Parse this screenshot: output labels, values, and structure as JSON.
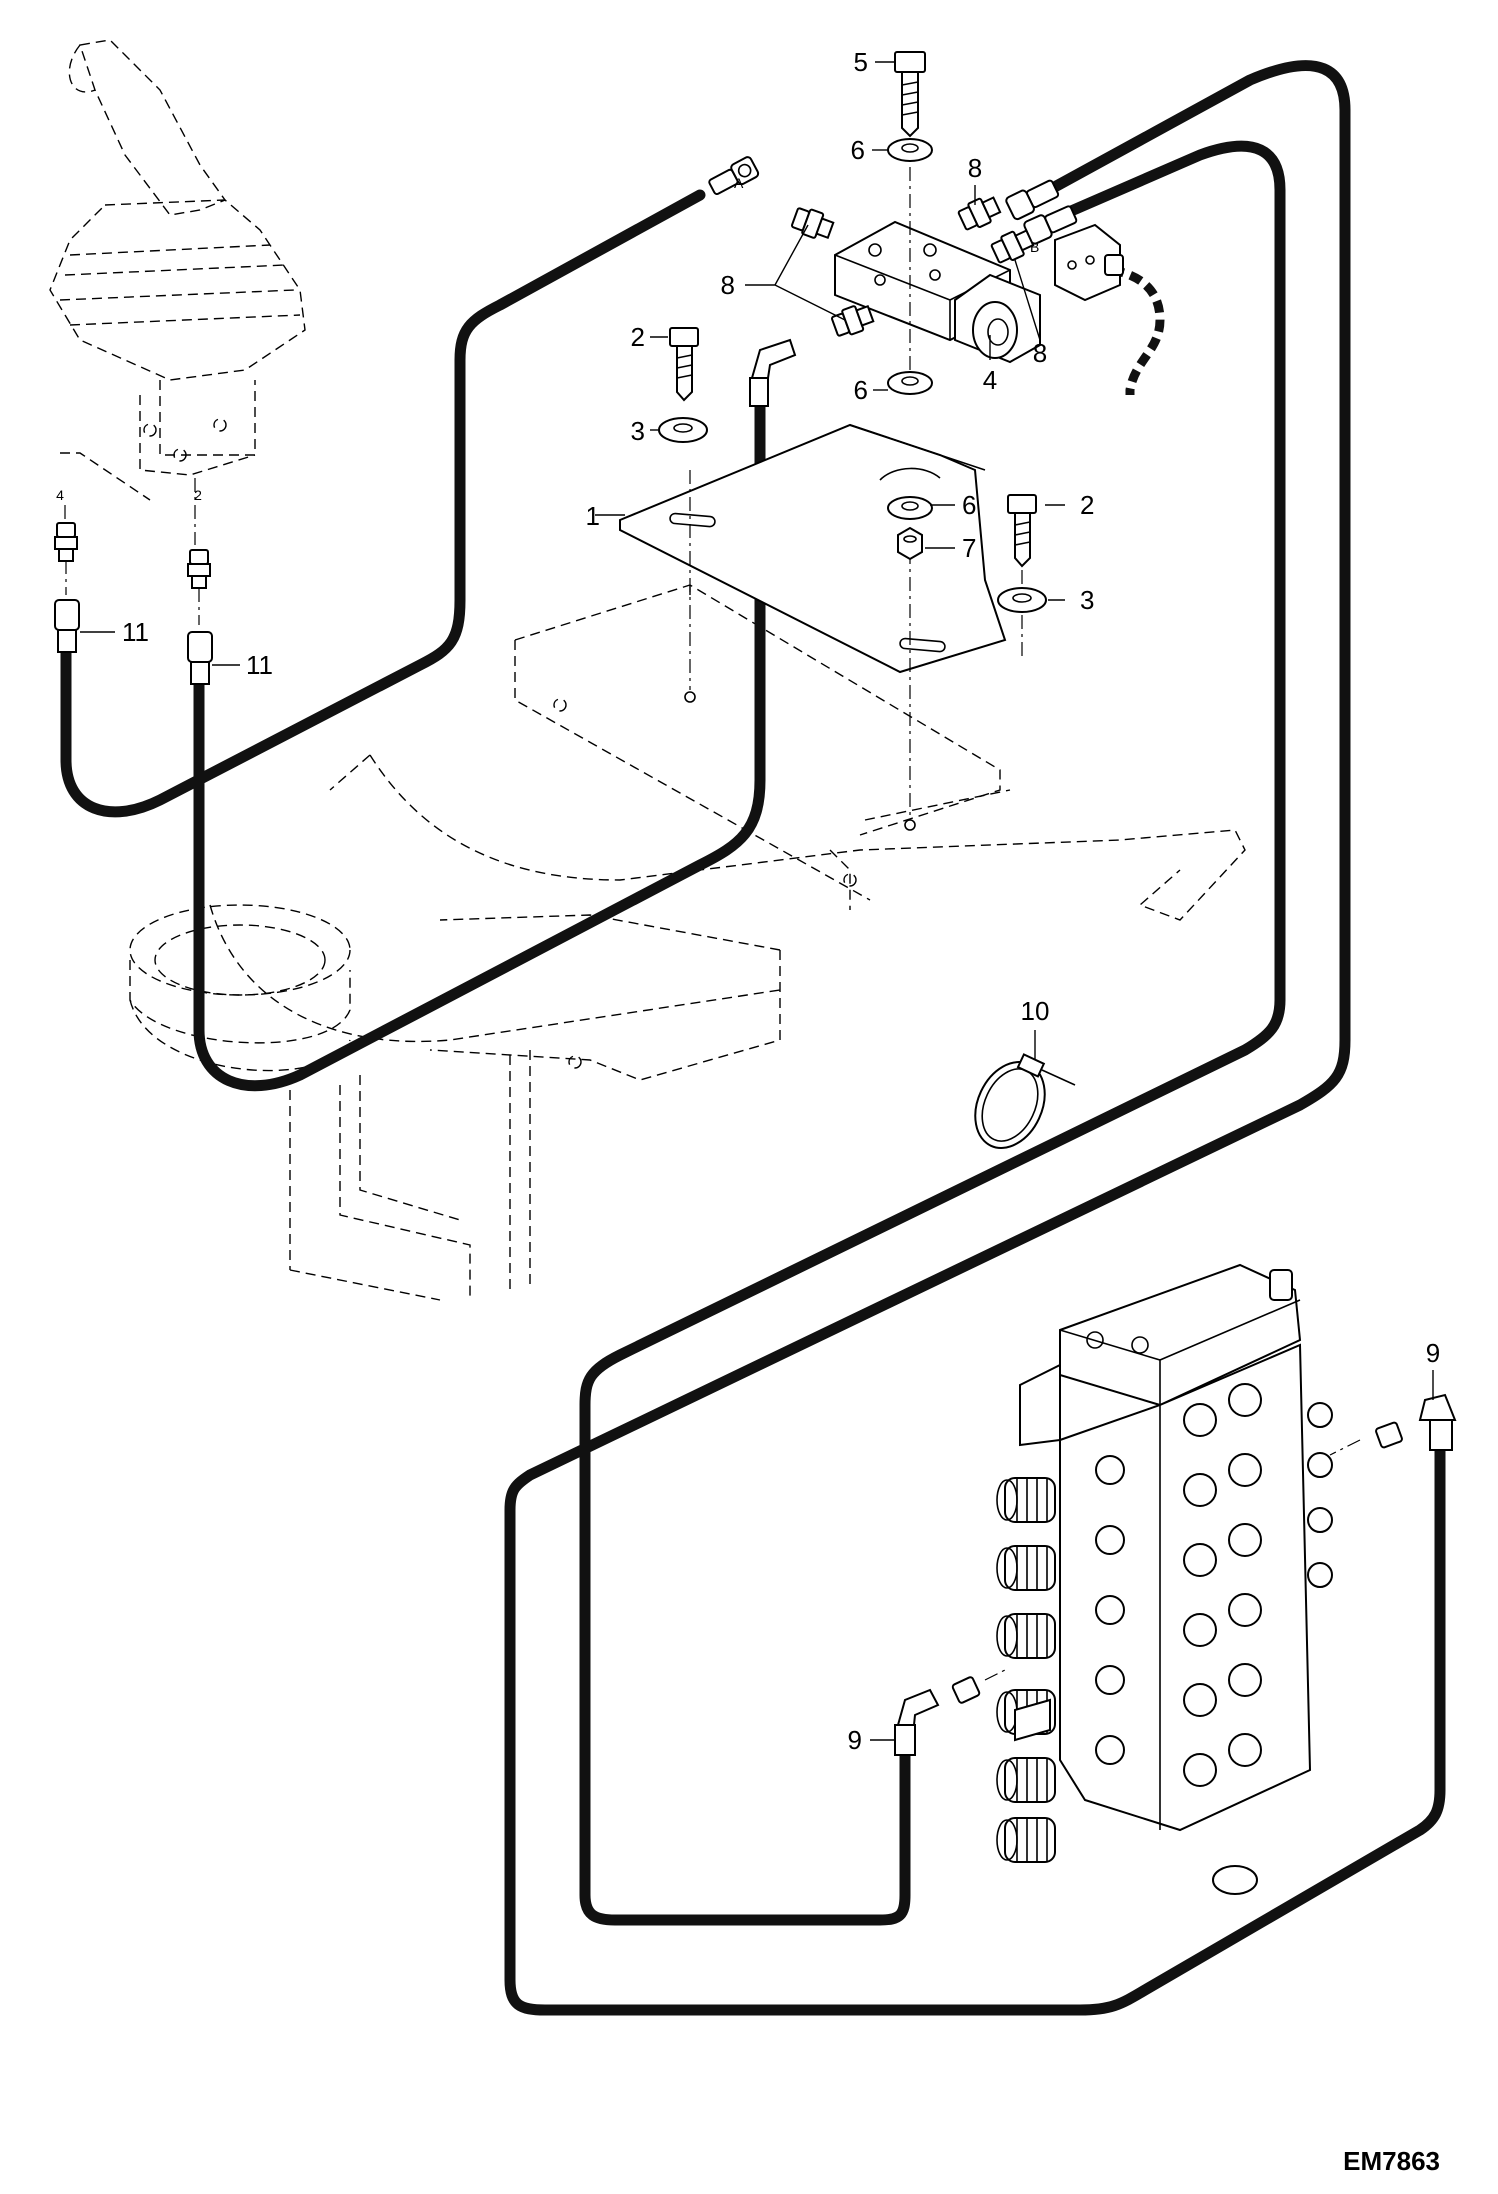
{
  "figure_code": "EM7863",
  "callouts": [
    {
      "id": "c1",
      "label": "1"
    },
    {
      "id": "c2a",
      "label": "2"
    },
    {
      "id": "c2b",
      "label": "2"
    },
    {
      "id": "c3a",
      "label": "3"
    },
    {
      "id": "c3b",
      "label": "3"
    },
    {
      "id": "c4",
      "label": "4"
    },
    {
      "id": "c5",
      "label": "5"
    },
    {
      "id": "c6a",
      "label": "6"
    },
    {
      "id": "c6b",
      "label": "6"
    },
    {
      "id": "c6c",
      "label": "6"
    },
    {
      "id": "c7",
      "label": "7"
    },
    {
      "id": "c8a",
      "label": "8"
    },
    {
      "id": "c8b",
      "label": "8"
    },
    {
      "id": "c8c",
      "label": "8"
    },
    {
      "id": "c9a",
      "label": "9"
    },
    {
      "id": "c9b",
      "label": "9"
    },
    {
      "id": "c10",
      "label": "10"
    },
    {
      "id": "c11a",
      "label": "11"
    },
    {
      "id": "c11b",
      "label": "11"
    }
  ],
  "port_tags": {
    "valve_a": "A",
    "valve_b": "B",
    "joystick_4": "4",
    "joystick_2": "2"
  }
}
